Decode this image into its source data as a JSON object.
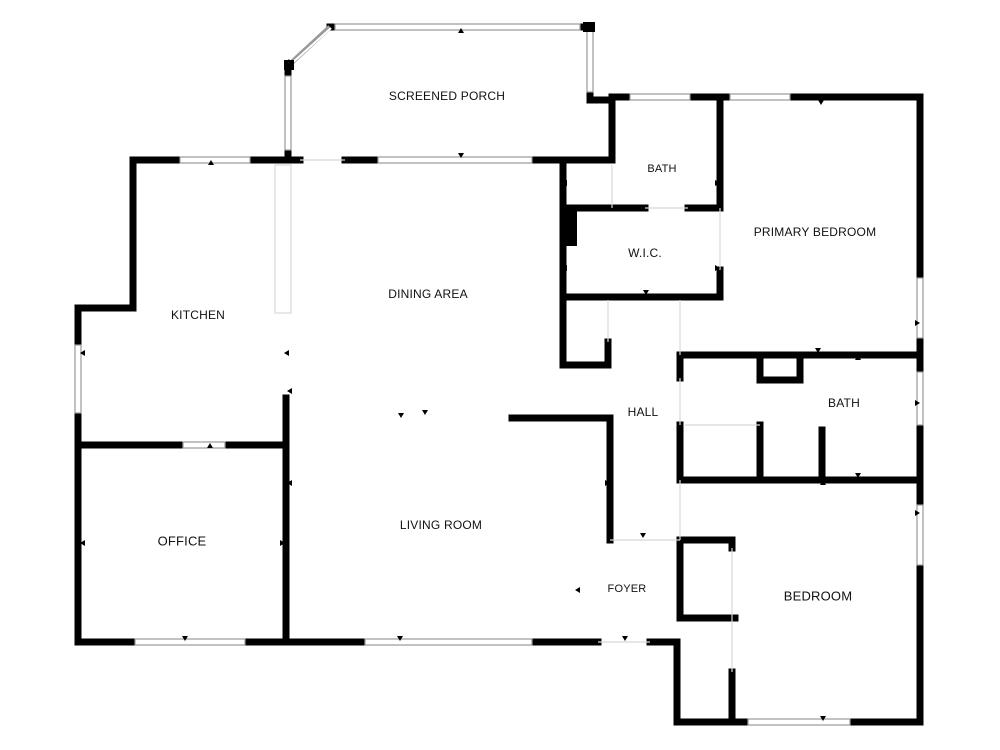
{
  "plan": {
    "wall_color": "#000000",
    "window_frame_color": "#9a9a9a",
    "door_color": "#d8d8d8",
    "background": "#ffffff"
  },
  "rooms": {
    "screened_porch": "SCREENED PORCH",
    "bath_top": "BATH",
    "primary_bedroom": "PRIMARY BEDROOM",
    "wic": "W.I.C.",
    "dining_area": "DINING AREA",
    "kitchen": "KITCHEN",
    "hall": "HALL",
    "bath_mid": "BATH",
    "office": "OFFICE",
    "living_room": "LIVING ROOM",
    "foyer": "FOYER",
    "bedroom": "BEDROOM"
  }
}
